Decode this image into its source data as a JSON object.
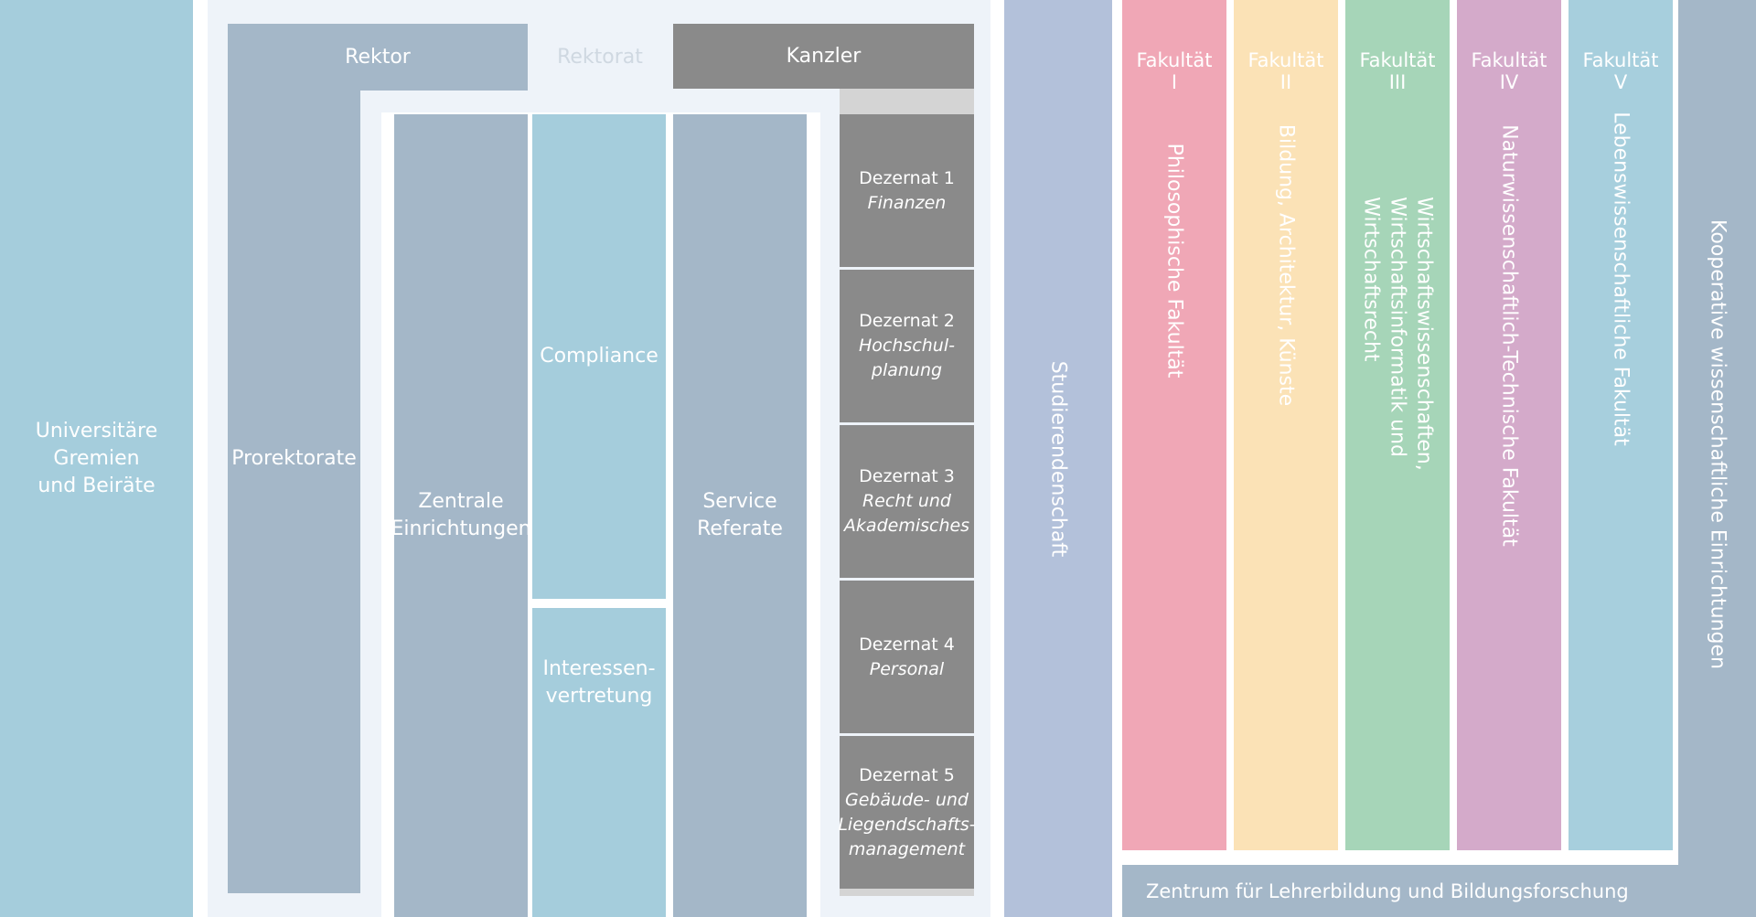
{
  "gremien": {
    "label": "Universitäre\nGremien\nund Beiräte"
  },
  "rektorat": {
    "rektor": "Rektor",
    "rektorat": "Rektorat",
    "kanzler": "Kanzler",
    "prorektorate": "Prorektorate",
    "zentrale": "Zentrale\nEinrichtungen",
    "compliance": "Compliance",
    "interessen": "Interessen-\nvertretung",
    "service": "Service\nReferate"
  },
  "dezernate": [
    {
      "title": "Dezernat 1",
      "sub": "Finanzen"
    },
    {
      "title": "Dezernat 2",
      "sub": "Hochschul-\nplanung"
    },
    {
      "title": "Dezernat 3",
      "sub": "Recht und\nAkademisches"
    },
    {
      "title": "Dezernat 4",
      "sub": "Personal"
    },
    {
      "title": "Dezernat 5",
      "sub": "Gebäude- und\nLiegendschafts-\nmanagement"
    }
  ],
  "studierendenschaft": "Studierendenschaft",
  "fakultaeten": [
    {
      "title": "Fakultät\nI",
      "name": "Philosophische Fakultät",
      "color": "#f0a7b6"
    },
    {
      "title": "Fakultät\nII",
      "name": "Bildung, Architektur, Künste",
      "color": "#fbe2b6"
    },
    {
      "title": "Fakultät\nIII",
      "name": "Wirtschaftswissenschaften, Wirtschaftsinformatik und\nWirtschaftsrecht",
      "color": "#a6d5b8"
    },
    {
      "title": "Fakultät\nIV",
      "name": "Naturwissenschaftlich-Technische Fakultät",
      "color": "#d4aaca"
    },
    {
      "title": "Fakultät\nV",
      "name": "Lebenswissenschaftliche Fakultät",
      "color": "#a7cfdd"
    }
  ],
  "kooperativ": "Kooperative wissenschaftliche Einrichtungen",
  "zentrum": "Zentrum für Lehrerbildung und Bildungsforschung",
  "colors": {
    "gremien": "#a5cddc",
    "panel": "#eef3f9",
    "steel": "#a4b7c8",
    "lightblue": "#a5cddc",
    "kanzler": "#8a8a8a",
    "dezernat": "#8a8a8a",
    "studierende": "#b3c1da",
    "kooperativ": "#a4b7c8"
  }
}
